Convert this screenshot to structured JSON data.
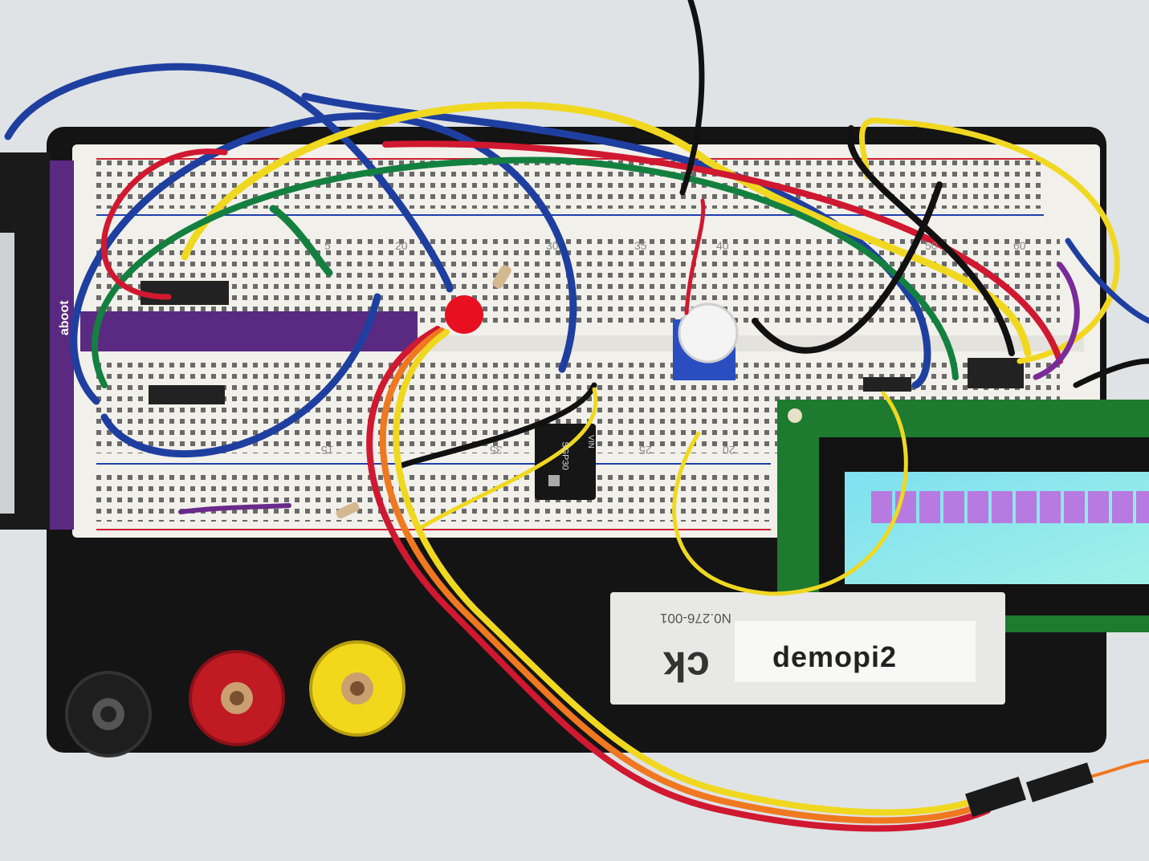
{
  "scene": {
    "description_tags": [
      "breadboard",
      "raspberry-pi-breakout",
      "lcd-1602",
      "sgp30-sensor",
      "potentiometer",
      "led",
      "binding-posts"
    ]
  },
  "labels": {
    "host_name": "demopi2",
    "part_number": "N0.276-001",
    "brand_partial": "ck",
    "sensor_name": "SGP30",
    "sensor_pin": "VIN",
    "breakout_brand": "aboot"
  },
  "breadboard": {
    "column_numbers_top": [
      "5",
      "20",
      "30",
      "35",
      "40",
      "50",
      "60"
    ],
    "column_numbers_bottom": [
      "35",
      "25",
      "20",
      "15"
    ]
  },
  "colors": {
    "wall": "#dfe3e6",
    "base": "#111111",
    "board": "#f2f0ea",
    "pcb": "#1d7a2e",
    "lcd_screen": "#7fe8f0",
    "lcd_chars": "#b77ae0",
    "wire_blue": "#1f3fa0",
    "wire_yellow": "#f0d820",
    "wire_red": "#d01830",
    "wire_green": "#148040",
    "wire_orange": "#f07820",
    "wire_black": "#111111",
    "breakout": "#5a2a82"
  }
}
